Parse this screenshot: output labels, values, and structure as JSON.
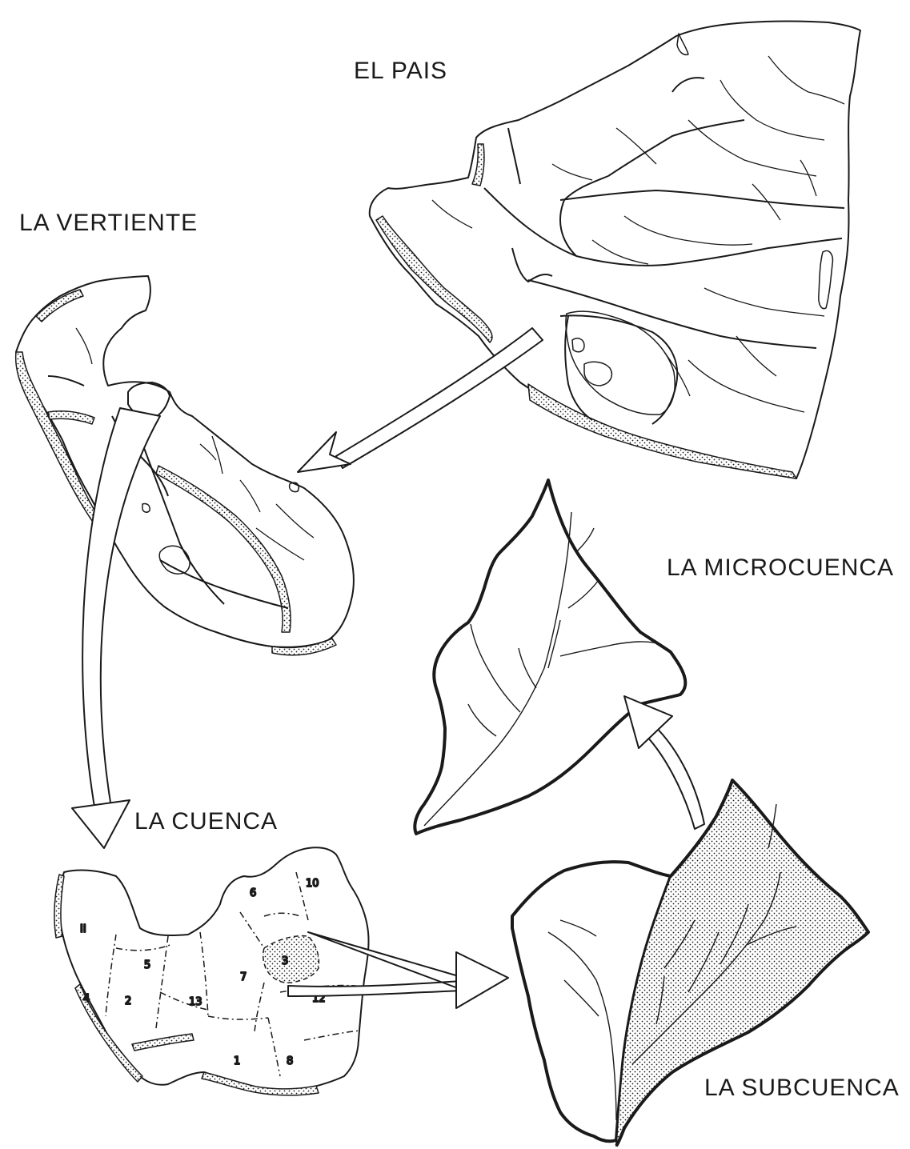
{
  "labels": {
    "pais": "EL PAIS",
    "vertiente": "LA VERTIENTE",
    "microcuenca": "LA MICROCUENCA",
    "cuenca": "LA CUENCA",
    "subcuenca": "LA SUBCUENCA"
  },
  "cuenca_units": [
    "II",
    "10",
    "6",
    "5",
    "2",
    "4",
    "13",
    "7",
    "3",
    "12",
    "1",
    "8"
  ],
  "colors": {
    "ink": "#1a1a1a",
    "paper": "#ffffff"
  }
}
